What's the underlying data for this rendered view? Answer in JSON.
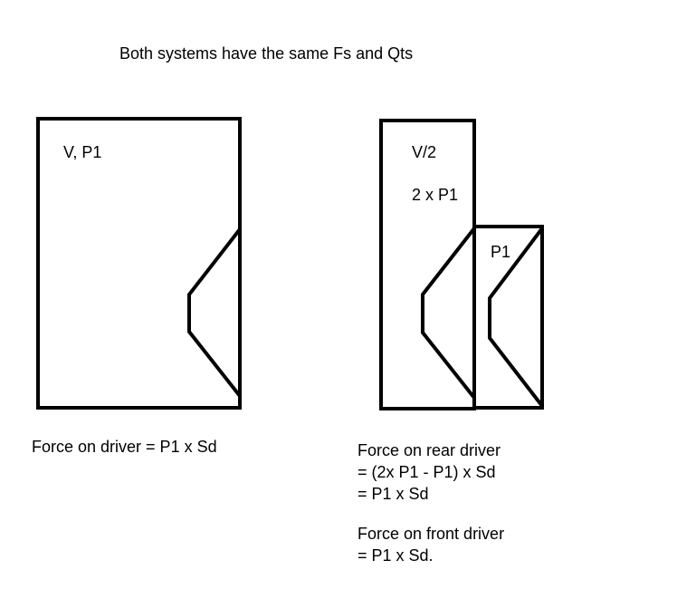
{
  "title": "Both systems have the same Fs and Qts",
  "left_system": {
    "box_label": "V, P1",
    "formula": "Force on driver = P1 x  Sd"
  },
  "right_system": {
    "tall_box_volume": "V/2",
    "tall_box_pressure": "2 x P1",
    "small_box_pressure": "P1",
    "rear_driver_lines": [
      "Force on rear driver",
      "= (2x P1 - P1) x Sd",
      "= P1 x Sd"
    ],
    "front_driver_lines": [
      "Force on front driver",
      "= P1 x Sd."
    ]
  },
  "colors": {
    "stroke": "#000000",
    "background": "#ffffff"
  }
}
